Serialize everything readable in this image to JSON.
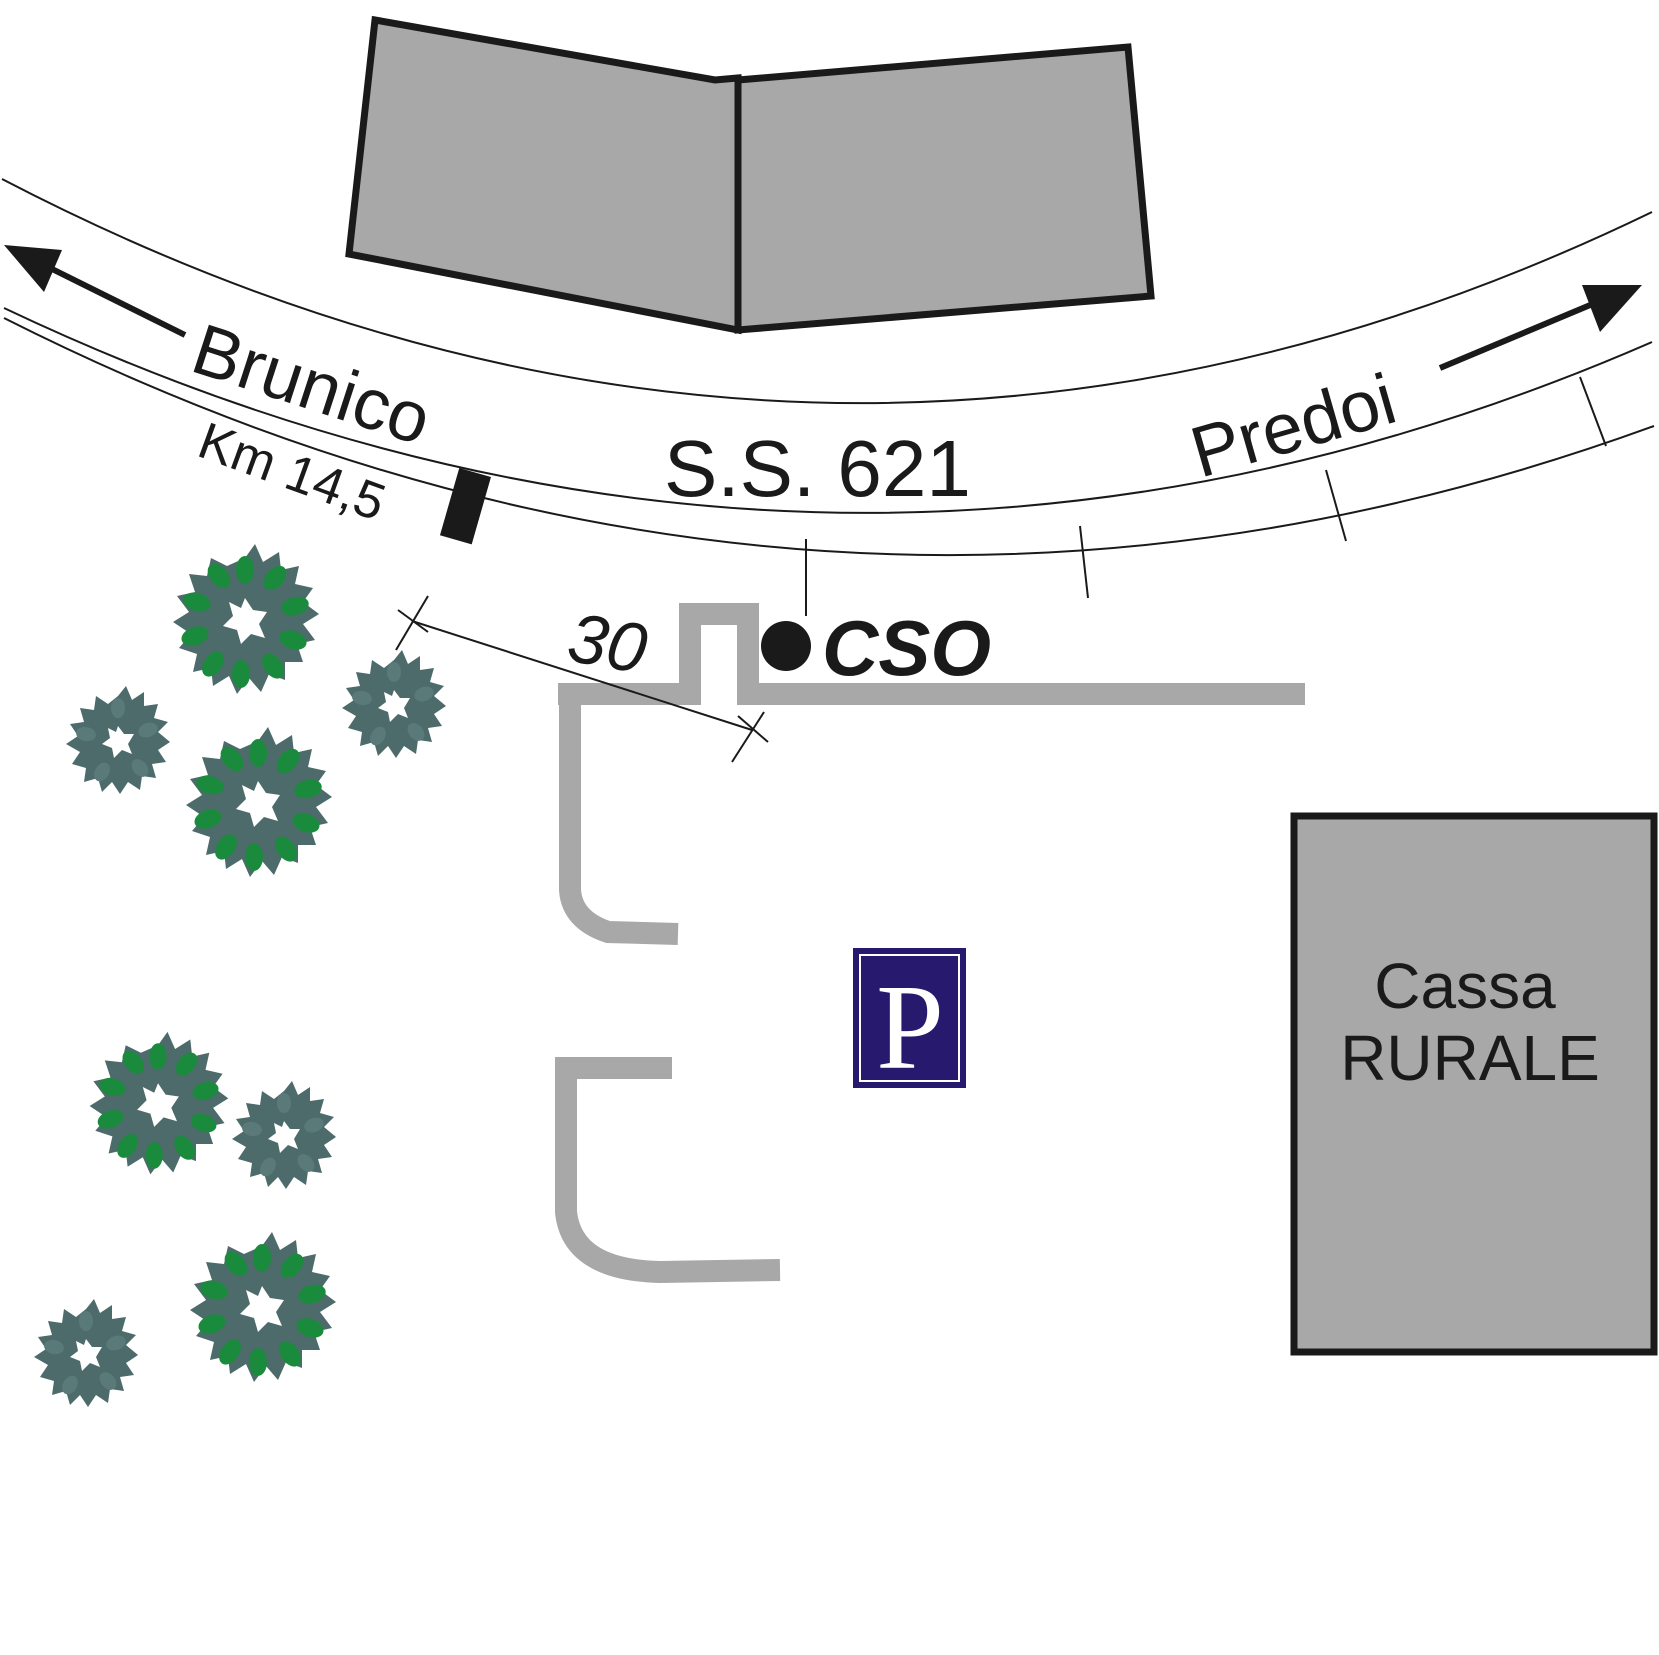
{
  "map": {
    "road_name": "S.S. 621",
    "direction_left": "Brunico",
    "direction_right": "Predoi",
    "km_marker": "Km 14,5",
    "distance": "30",
    "point_label": "CSO",
    "parking_symbol": "P",
    "bank": {
      "line1": "Cassa",
      "line2": "RURALE"
    }
  },
  "colors": {
    "building_fill": "#a8a8a8",
    "outline": "#1a1a1a",
    "path_gray": "#a8a8a8",
    "parking_blue": "#271a6e",
    "tree_dark": "#4d6b6b",
    "tree_green": "#1a8a3c"
  }
}
